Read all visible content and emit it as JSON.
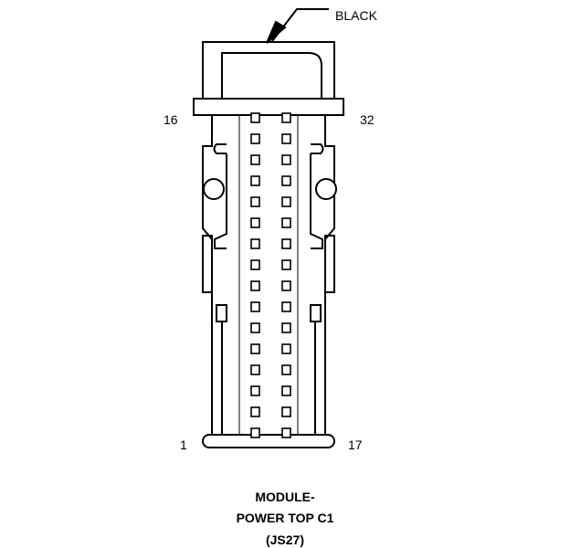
{
  "callout": {
    "color_label": "BLACK"
  },
  "pin_labels": {
    "top_left": "16",
    "top_right": "32",
    "bottom_left": "1",
    "bottom_right": "17"
  },
  "caption": {
    "line1": "MODULE-",
    "line2": "POWER TOP C1",
    "line3": "(JS27)"
  },
  "connector": {
    "rows": 16,
    "columns": 2,
    "pin_count": 32
  }
}
